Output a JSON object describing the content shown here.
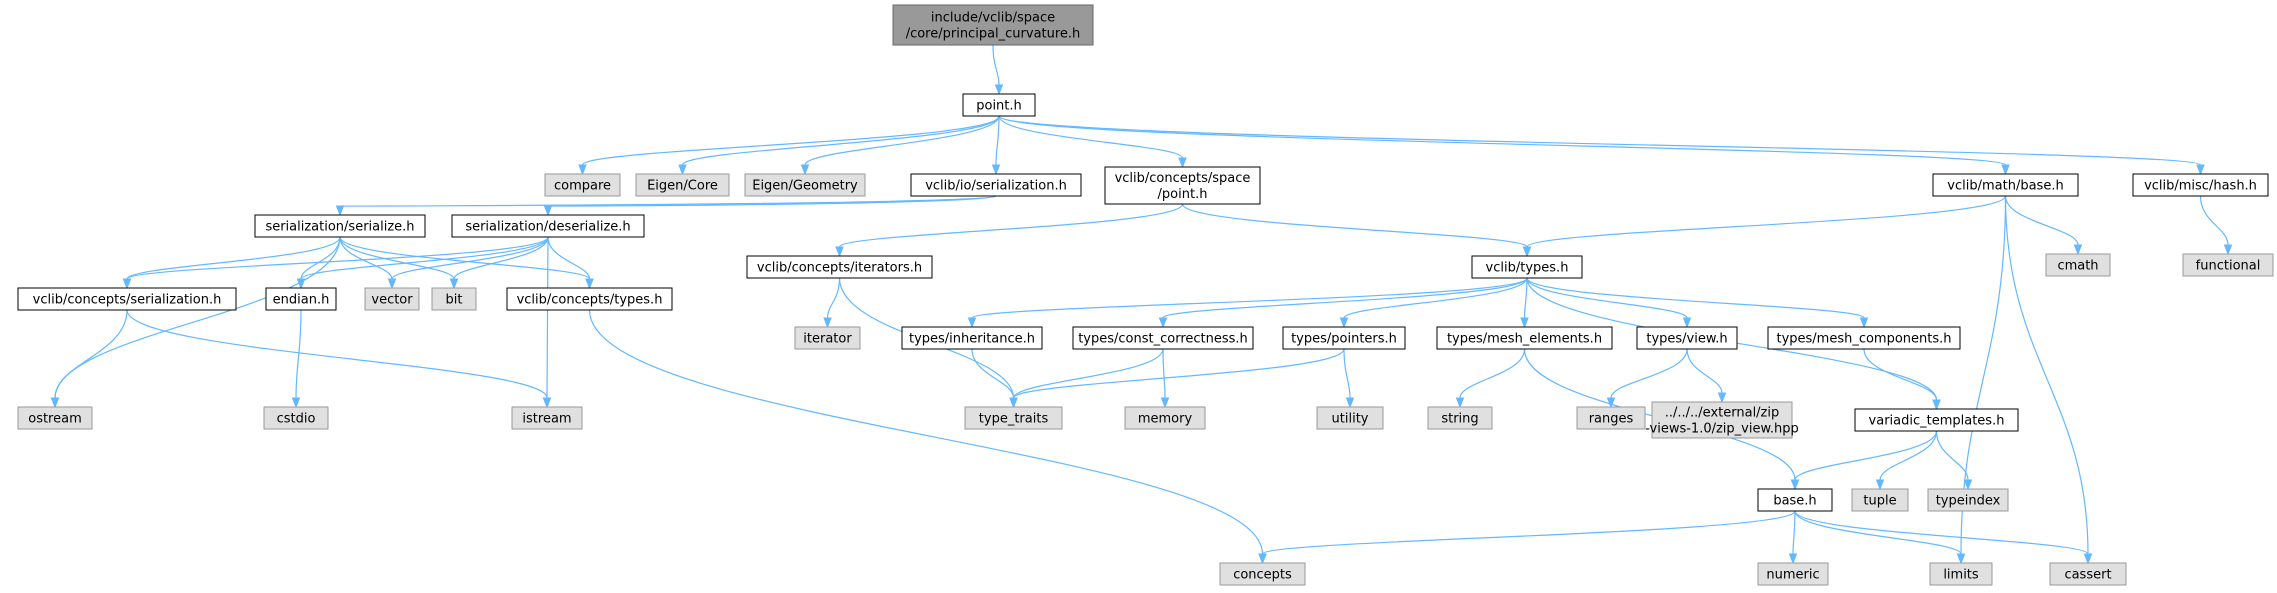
{
  "colors": {
    "root_fill": "#999999",
    "root_border": "#666666",
    "internal_fill": "#ffffff",
    "internal_border": "#000000",
    "external_fill": "#e0e0e0",
    "external_border": "#999999",
    "edge": "#63b8ff"
  },
  "nodes": [
    {
      "id": "root",
      "kind": "root",
      "label": [
        "include/vclib/space",
        "/core/principal_curvature.h"
      ]
    },
    {
      "id": "point",
      "kind": "internal",
      "label": [
        "point.h"
      ]
    },
    {
      "id": "compare",
      "kind": "external",
      "label": [
        "compare"
      ]
    },
    {
      "id": "eigen_core",
      "kind": "external",
      "label": [
        "Eigen/Core"
      ]
    },
    {
      "id": "eigen_geometry",
      "kind": "external",
      "label": [
        "Eigen/Geometry"
      ]
    },
    {
      "id": "io_serialization",
      "kind": "internal",
      "label": [
        "vclib/io/serialization.h"
      ]
    },
    {
      "id": "concepts_space_point",
      "kind": "internal",
      "label": [
        "vclib/concepts/space",
        "/point.h"
      ]
    },
    {
      "id": "math_base",
      "kind": "internal",
      "label": [
        "vclib/math/base.h"
      ]
    },
    {
      "id": "misc_hash",
      "kind": "internal",
      "label": [
        "vclib/misc/hash.h"
      ]
    },
    {
      "id": "cmath",
      "kind": "external",
      "label": [
        "cmath"
      ]
    },
    {
      "id": "functional",
      "kind": "external",
      "label": [
        "functional"
      ]
    },
    {
      "id": "ser_serialize",
      "kind": "internal",
      "label": [
        "serialization/serialize.h"
      ]
    },
    {
      "id": "ser_deserialize",
      "kind": "internal",
      "label": [
        "serialization/deserialize.h"
      ]
    },
    {
      "id": "concepts_iterators",
      "kind": "internal",
      "label": [
        "vclib/concepts/iterators.h"
      ]
    },
    {
      "id": "types",
      "kind": "internal",
      "label": [
        "vclib/types.h"
      ]
    },
    {
      "id": "concepts_serialization",
      "kind": "internal",
      "label": [
        "vclib/concepts/serialization.h"
      ]
    },
    {
      "id": "endian",
      "kind": "internal",
      "label": [
        "endian.h"
      ]
    },
    {
      "id": "vector",
      "kind": "external",
      "label": [
        "vector"
      ]
    },
    {
      "id": "bit",
      "kind": "external",
      "label": [
        "bit"
      ]
    },
    {
      "id": "concepts_types",
      "kind": "internal",
      "label": [
        "vclib/concepts/types.h"
      ]
    },
    {
      "id": "iterator",
      "kind": "external",
      "label": [
        "iterator"
      ]
    },
    {
      "id": "types_inheritance",
      "kind": "internal",
      "label": [
        "types/inheritance.h"
      ]
    },
    {
      "id": "types_const_correctness",
      "kind": "internal",
      "label": [
        "types/const_correctness.h"
      ]
    },
    {
      "id": "types_pointers",
      "kind": "internal",
      "label": [
        "types/pointers.h"
      ]
    },
    {
      "id": "types_mesh_elements",
      "kind": "internal",
      "label": [
        "types/mesh_elements.h"
      ]
    },
    {
      "id": "types_view",
      "kind": "internal",
      "label": [
        "types/view.h"
      ]
    },
    {
      "id": "types_mesh_components",
      "kind": "internal",
      "label": [
        "types/mesh_components.h"
      ]
    },
    {
      "id": "ostream",
      "kind": "external",
      "label": [
        "ostream"
      ]
    },
    {
      "id": "cstdio",
      "kind": "external",
      "label": [
        "cstdio"
      ]
    },
    {
      "id": "istream",
      "kind": "external",
      "label": [
        "istream"
      ]
    },
    {
      "id": "type_traits",
      "kind": "external",
      "label": [
        "type_traits"
      ]
    },
    {
      "id": "memory",
      "kind": "external",
      "label": [
        "memory"
      ]
    },
    {
      "id": "utility",
      "kind": "external",
      "label": [
        "utility"
      ]
    },
    {
      "id": "string",
      "kind": "external",
      "label": [
        "string"
      ]
    },
    {
      "id": "ranges",
      "kind": "external",
      "label": [
        "ranges"
      ]
    },
    {
      "id": "zip_view",
      "kind": "external",
      "label": [
        "../../../external/zip",
        "-views-1.0/zip_view.hpp"
      ]
    },
    {
      "id": "variadic_templates",
      "kind": "internal",
      "label": [
        "variadic_templates.h"
      ]
    },
    {
      "id": "base",
      "kind": "internal",
      "label": [
        "base.h"
      ]
    },
    {
      "id": "tuple",
      "kind": "external",
      "label": [
        "tuple"
      ]
    },
    {
      "id": "typeindex",
      "kind": "external",
      "label": [
        "typeindex"
      ]
    },
    {
      "id": "concepts",
      "kind": "external",
      "label": [
        "concepts"
      ]
    },
    {
      "id": "numeric",
      "kind": "external",
      "label": [
        "numeric"
      ]
    },
    {
      "id": "limits",
      "kind": "external",
      "label": [
        "limits"
      ]
    },
    {
      "id": "cassert",
      "kind": "external",
      "label": [
        "cassert"
      ]
    }
  ],
  "edges": [
    [
      "root",
      "point"
    ],
    [
      "point",
      "compare"
    ],
    [
      "point",
      "eigen_core"
    ],
    [
      "point",
      "eigen_geometry"
    ],
    [
      "point",
      "io_serialization"
    ],
    [
      "point",
      "concepts_space_point"
    ],
    [
      "point",
      "math_base"
    ],
    [
      "point",
      "misc_hash"
    ],
    [
      "io_serialization",
      "ser_serialize"
    ],
    [
      "io_serialization",
      "ser_deserialize"
    ],
    [
      "concepts_space_point",
      "concepts_iterators"
    ],
    [
      "concepts_space_point",
      "types"
    ],
    [
      "math_base",
      "types"
    ],
    [
      "math_base",
      "cmath"
    ],
    [
      "math_base",
      "limits"
    ],
    [
      "math_base",
      "cassert"
    ],
    [
      "misc_hash",
      "functional"
    ],
    [
      "ser_serialize",
      "ostream"
    ],
    [
      "ser_serialize",
      "concepts_serialization"
    ],
    [
      "ser_serialize",
      "endian"
    ],
    [
      "ser_serialize",
      "vector"
    ],
    [
      "ser_serialize",
      "bit"
    ],
    [
      "ser_serialize",
      "concepts_types"
    ],
    [
      "ser_deserialize",
      "concepts_serialization"
    ],
    [
      "ser_deserialize",
      "endian"
    ],
    [
      "ser_deserialize",
      "vector"
    ],
    [
      "ser_deserialize",
      "bit"
    ],
    [
      "ser_deserialize",
      "concepts_types"
    ],
    [
      "ser_deserialize",
      "istream"
    ],
    [
      "concepts_serialization",
      "ostream"
    ],
    [
      "concepts_serialization",
      "istream"
    ],
    [
      "endian",
      "cstdio"
    ],
    [
      "concepts_types",
      "concepts"
    ],
    [
      "concepts_iterators",
      "iterator"
    ],
    [
      "concepts_iterators",
      "type_traits"
    ],
    [
      "types",
      "types_inheritance"
    ],
    [
      "types",
      "types_const_correctness"
    ],
    [
      "types",
      "types_pointers"
    ],
    [
      "types",
      "types_mesh_elements"
    ],
    [
      "types",
      "types_view"
    ],
    [
      "types",
      "types_mesh_components"
    ],
    [
      "types",
      "variadic_templates"
    ],
    [
      "types_inheritance",
      "type_traits"
    ],
    [
      "types_const_correctness",
      "type_traits"
    ],
    [
      "types_const_correctness",
      "memory"
    ],
    [
      "types_pointers",
      "type_traits"
    ],
    [
      "types_pointers",
      "utility"
    ],
    [
      "types_mesh_elements",
      "string"
    ],
    [
      "types_mesh_elements",
      "base"
    ],
    [
      "types_view",
      "ranges"
    ],
    [
      "types_view",
      "zip_view"
    ],
    [
      "types_mesh_components",
      "variadic_templates"
    ],
    [
      "variadic_templates",
      "base"
    ],
    [
      "variadic_templates",
      "tuple"
    ],
    [
      "variadic_templates",
      "typeindex"
    ],
    [
      "base",
      "concepts"
    ],
    [
      "base",
      "numeric"
    ],
    [
      "base",
      "limits"
    ],
    [
      "base",
      "cassert"
    ]
  ]
}
